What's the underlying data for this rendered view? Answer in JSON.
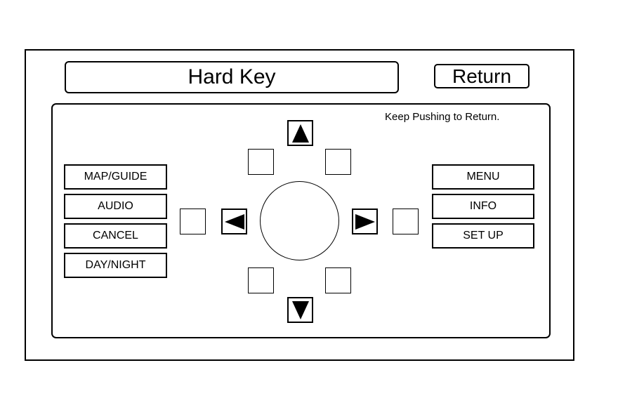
{
  "header": {
    "title": "Hard Key",
    "return_label": "Return"
  },
  "panel": {
    "hint": "Keep Pushing to Return."
  },
  "left_keys": [
    "MAP/GUIDE",
    "AUDIO",
    "CANCEL",
    "DAY/NIGHT"
  ],
  "right_keys": [
    "MENU",
    "INFO",
    "SET UP"
  ],
  "arrows": {
    "up": "up-arrow-icon",
    "down": "down-arrow-icon",
    "left": "left-arrow-icon",
    "right": "right-arrow-icon"
  },
  "colors": {
    "line": "#000000",
    "background": "#ffffff"
  }
}
